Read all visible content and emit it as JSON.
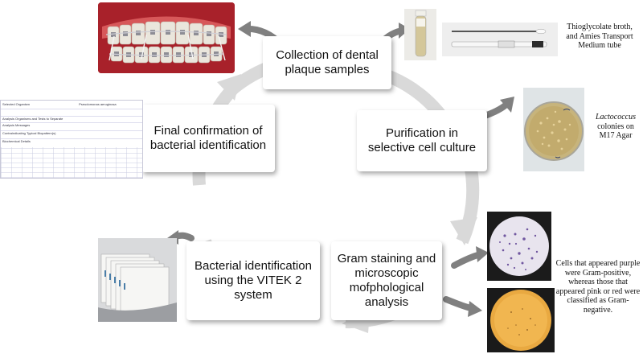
{
  "steps": {
    "collection": "Collection of dental plaque samples",
    "purification": "Purification in selective cell culture",
    "gram": "Gram staining and microscopic mofphological analysis",
    "vitek": "Bacterial identification using the VITEK 2 system",
    "confirmation": "Final confirmation of bacterial identification"
  },
  "captions": {
    "tubes": "Thioglycolate broth, and Amies Transport Medium tube",
    "colonies_italic": "Lactococcus",
    "colonies_rest": "colonies on M17 Agar",
    "gram_result": "Cells that appeared purple were Gram-positive, whereas those that appeared pink or red were classified as Gram-negative."
  },
  "report": {
    "selected_organism": "Selected Organism",
    "organism_name": "Pseudomonas aeruginosa",
    "analysis_organisms": "Analysis Organisms and Tests to Separate",
    "analysis_messages": "Analysis Messages",
    "contraindicating": "Contraindicating Typical Biopattern(s)",
    "biochemical": "Biochemical Details"
  },
  "colors": {
    "cycle_ring": "#d9d9d9",
    "arrow": "#808080",
    "box_shadow": "#7f7f7f"
  }
}
